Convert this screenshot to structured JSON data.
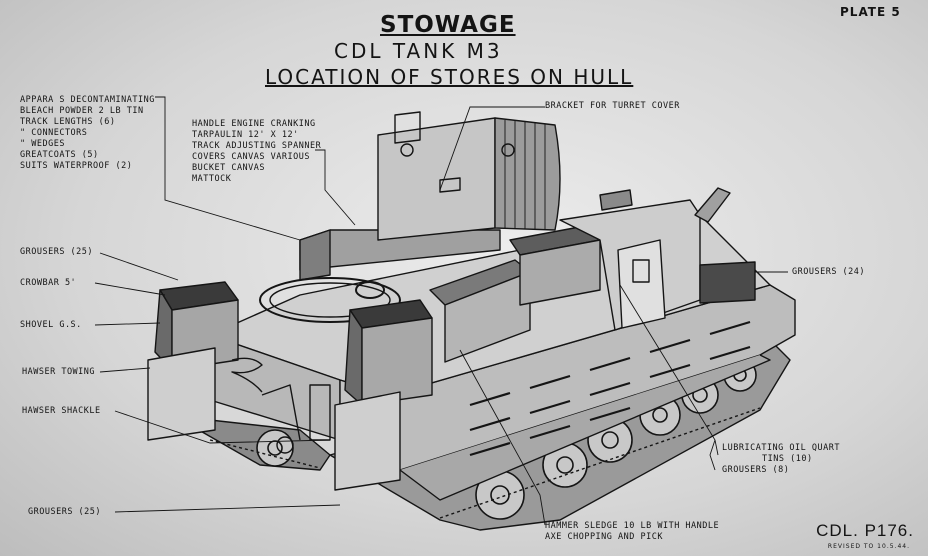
{
  "plate": "PLATE 5",
  "title": {
    "line1": "STOWAGE",
    "line2": "CDL  TANK  M3",
    "line3": "LOCATION  OF  STORES  ON  HULL"
  },
  "labels": {
    "apparatus_block": [
      "APPARA  S  DECONTAMINATING",
      "BLEACH  POWDER  2 lb TIN",
      "TRACK  LENGTHS  (6)",
      "  \"     CONNECTORS",
      "  \"     WEDGES",
      "GREATCOATS  (5)",
      "SUITS  WATERPROOF  (2)"
    ],
    "handle_block": [
      "HANDLE  ENGINE  CRANKING",
      "TARPAULIN  12' x 12'",
      "TRACK  ADJUSTING  SPANNER",
      "COVERS  CANVAS  VARIOUS",
      "BUCKET  CANVAS",
      "MATTOCK"
    ],
    "bracket": "BRACKET  FOR  TURRET  COVER",
    "grousers_left_top": "GROUSERS  (25)",
    "crowbar": "CROWBAR  5'",
    "shovel": "SHOVEL  G.S.",
    "hawser_towing": "HAWSER  TOWING",
    "hawser_shackle": "HAWSER  SHACKLE",
    "grousers_bottom": "GROUSERS  (25)",
    "grousers_right": "GROUSERS  (24)",
    "lubricating": [
      "LUBRICATING  OIL  QUART",
      "TINS  (10)",
      "GROUSERS  (8)"
    ],
    "hammer": [
      "HAMMER  SLEDGE  10 lb  WITH  HANDLE",
      "AXE  CHOPPING  AND  PICK"
    ]
  },
  "doc_number": "CDL. P176.",
  "revised": "REVISED  TO  10.5.44."
}
